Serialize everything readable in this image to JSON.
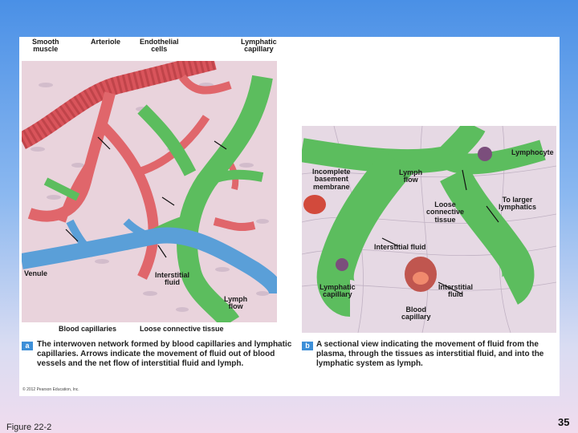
{
  "panel_a": {
    "labels": {
      "smooth_muscle": "Smooth\nmuscle",
      "arteriole": "Arteriole",
      "endothelial": "Endothelial\ncells",
      "lymphatic_capillary": "Lymphatic\ncapillary",
      "venule": "Venule",
      "interstitial_fluid": "Interstitial\nfluid",
      "lymph_flow": "Lymph\nflow",
      "blood_capillaries": "Blood capillaries",
      "loose_connective": "Loose connective tissue"
    },
    "tag": "a",
    "caption": "The interwoven network formed by blood capillaries and lymphatic capillaries. Arrows indicate the movement of fluid out of blood vessels and the net flow of interstitial fluid and lymph."
  },
  "panel_b": {
    "labels": {
      "lymphocyte": "Lymphocyte",
      "incomplete_membrane": "Incomplete\nbasement\nmembrane",
      "lymph_flow": "Lymph\nflow",
      "to_larger": "To larger\nlymphatics",
      "loose_connective": "Loose\nconnective\ntissue",
      "interstitial_fluid_top": "Interstitial fluid",
      "lymphatic_capillary": "Lymphatic\ncapillary",
      "interstitial_fluid_right": "Interstitial\nfluid",
      "blood_capillary": "Blood\ncapillary"
    },
    "tag": "b",
    "caption": "A sectional view indicating the movement of fluid from the plasma, through the tissues as interstitial fluid, and into the lymphatic system as lymph."
  },
  "copyright": "© 2012 Pearson Education, Inc.",
  "footer": {
    "figure": "Figure 22-2",
    "page": "35"
  },
  "colors": {
    "artery": "#e0666b",
    "lymph": "#5cbd5e",
    "vein": "#5a9fd8",
    "tissue_a": "#e9d3dc",
    "tissue_b": "#e6d9e4",
    "tag": "#3d8fd8"
  }
}
